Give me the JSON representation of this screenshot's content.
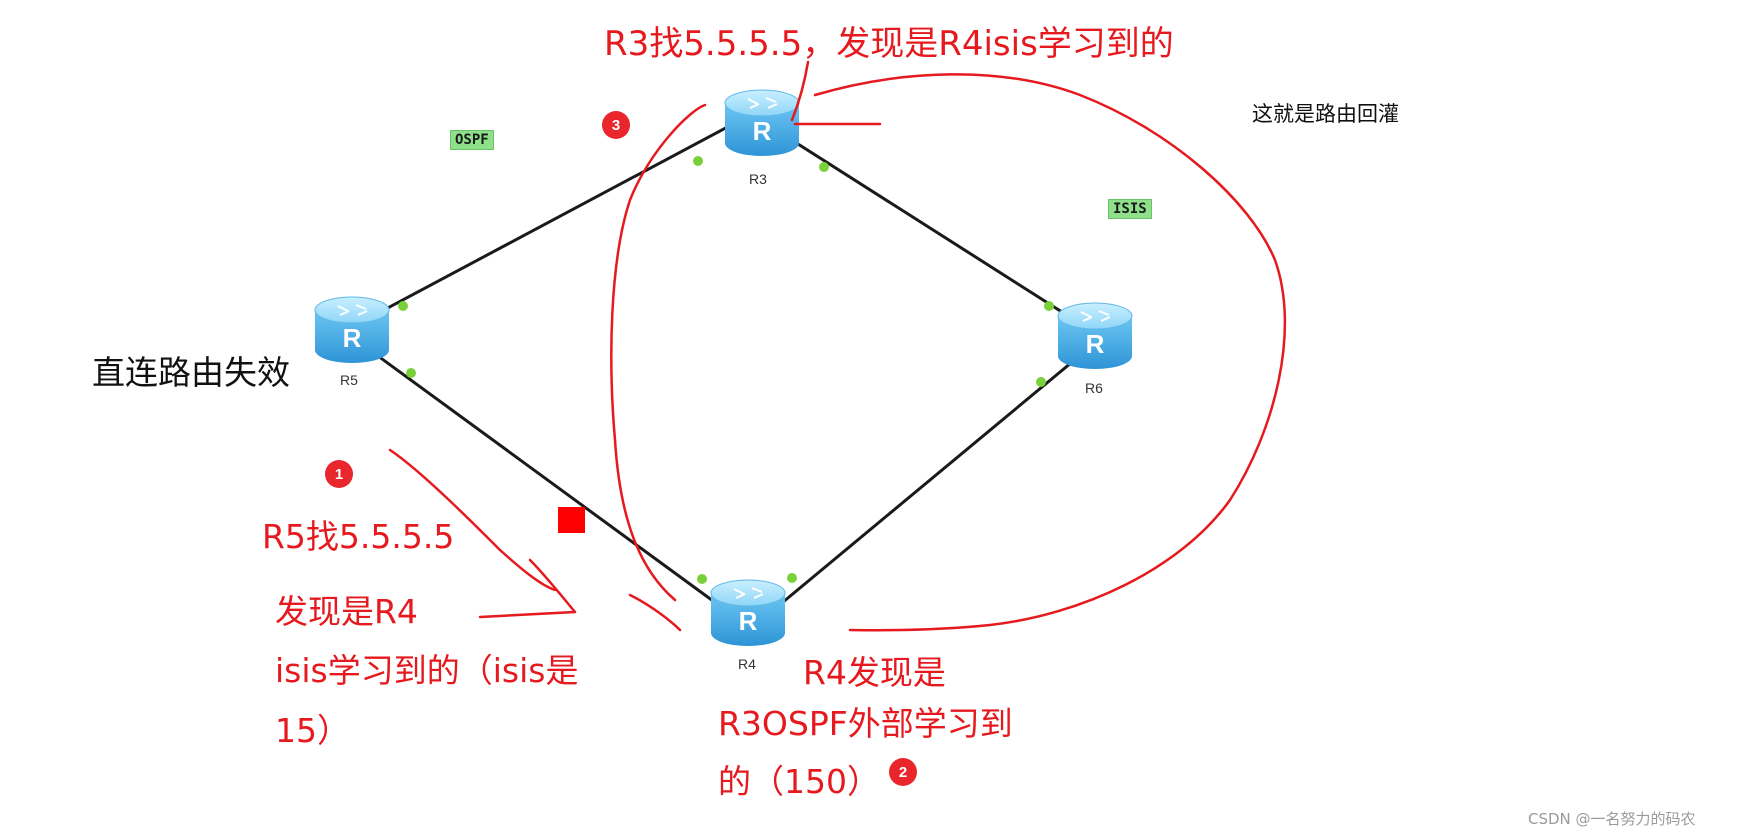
{
  "routers": [
    {
      "id": "R3",
      "label": "R3"
    },
    {
      "id": "R5",
      "label": "R5"
    },
    {
      "id": "R6",
      "label": "R6"
    },
    {
      "id": "R4",
      "label": "R4"
    }
  ],
  "router_icon_letter": "R",
  "links": [
    {
      "from": "R5",
      "to": "R3"
    },
    {
      "from": "R3",
      "to": "R6"
    },
    {
      "from": "R5",
      "to": "R4"
    },
    {
      "from": "R6",
      "to": "R4"
    }
  ],
  "area_tags": {
    "ospf": "OSPF",
    "isis": "ISIS"
  },
  "annotations": {
    "top": "R3找5.5.5.5，发现是R4isis学习到的",
    "right_note": "这就是路由回灌",
    "left_note": "直连路由失效",
    "r5_line1": "R5找5.5.5.5",
    "r5_line2": "发现是R4",
    "r5_line3": "isis学习到的（isis是",
    "r5_line4": "15）",
    "r4_line1": "R4发现是",
    "r4_line2": "R3OSPF外部学习到",
    "r4_line3": "的（150）"
  },
  "steps": {
    "one": "1",
    "two": "2",
    "three": "3"
  },
  "colors": {
    "link": "#1a1a1a",
    "port_dot": "#7ad03a",
    "annotation": "#e5191e",
    "router_top": "#9fe0ff",
    "router_body": "#4fb2e8",
    "failure_marker": "#ff0000"
  },
  "watermark": "CSDN @一名努力的码农"
}
